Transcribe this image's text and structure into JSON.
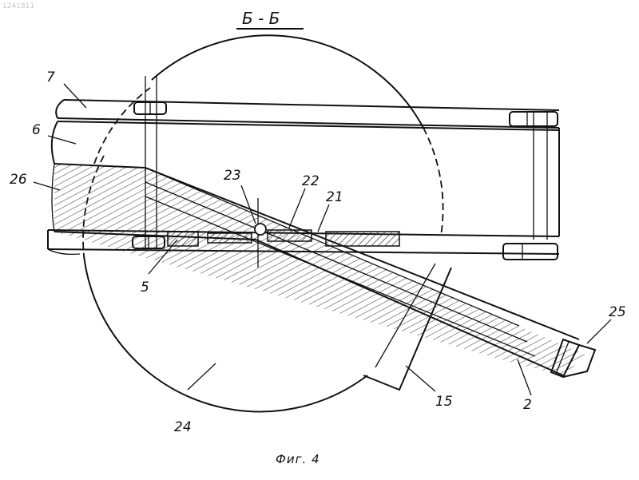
{
  "section_label": "Б - Б",
  "figure_caption": "Фиг. 4",
  "corner_mark": "1241811",
  "callouts": {
    "c7": "7",
    "c6": "6",
    "c26": "26",
    "c23": "23",
    "c22": "22",
    "c21": "21",
    "c5": "5",
    "c25": "25",
    "c24": "24",
    "c15": "15",
    "c2": "2"
  }
}
